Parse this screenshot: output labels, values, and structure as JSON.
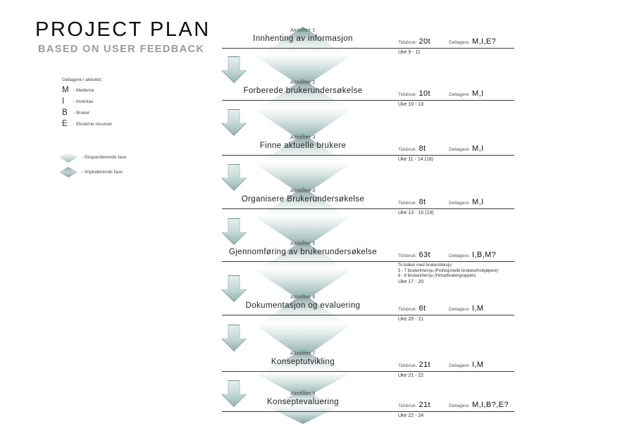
{
  "header": {
    "title": "PROJECT PLAN",
    "subtitle": "BASED ON USER FEEDBACK"
  },
  "legend": {
    "participants_title": "Deltagere i aktivitet:",
    "participants": [
      {
        "key": "M",
        "desc": "- Medema"
      },
      {
        "key": "I",
        "desc": "- Inventas"
      },
      {
        "key": "B",
        "desc": "- Bruker"
      },
      {
        "key": "E",
        "desc": "- Eksterne resurser"
      }
    ],
    "phases": [
      {
        "label": "- Ekspanderende fase"
      },
      {
        "label": "- Imploderende fase"
      }
    ]
  },
  "labels": {
    "tidsbruk": "Tidsbruk:",
    "deltagere": "Deltagere:"
  },
  "activities": [
    {
      "id": "Aktivitet 1",
      "title": "Innhenting av informasjon",
      "tidsbruk": "20t",
      "deltagere": "M,I,E?",
      "uke": "Uke 9 - 11"
    },
    {
      "id": "Aktivitet 2",
      "title": "Forberede brukerundersøkelse",
      "tidsbruk": "10t",
      "deltagere": "M,I",
      "uke": "Uke 10 - 13"
    },
    {
      "id": "Aktivitet 3",
      "title": "Finne aktuelle brukere",
      "tidsbruk": "8t",
      "deltagere": "M,I",
      "uke": "Uke 11 - 14 (18)"
    },
    {
      "id": "Aktivitet 4",
      "title": "Organisere Brukerundersøkelse",
      "tidsbruk": "8t",
      "deltagere": "M,I",
      "uke": "Uke 13 - 15 (19)"
    },
    {
      "id": "Aktivitet 5",
      "title": "Gjennomføring av brukerundersøkelse",
      "tidsbruk": "63t",
      "deltagere": "I,B,M?",
      "uke": "Uke 17 - 20",
      "note": "To bolker med brukerintervju:\n5 - 7 brukerintervju (Profesjonelle brukere/innkjøpere)\n6 - 8 brukerintervju (Hima/brukergruppen)"
    },
    {
      "id": "Aktivitet 6",
      "title": "Dokumentasjon og evaluering",
      "tidsbruk": "6t",
      "deltagere": "I,M",
      "uke": "Uke 20 - 21"
    },
    {
      "id": "Aktivitet 7",
      "title": "Konseptutvikling",
      "tidsbruk": "21t",
      "deltagere": "I,M",
      "uke": "Uke 21 - 22"
    },
    {
      "id": "Aktivitet 8",
      "title": "Konseptevaluering",
      "tidsbruk": "21t",
      "deltagere": "M,I,B?,E?",
      "uke": "Uke 22 - 24"
    }
  ],
  "colors": {
    "accent_teal": "#7f9b98",
    "accent_teal_light": "#c2d8d5",
    "line": "#3a3a3a",
    "subtitle_gray": "#9b9b9b"
  }
}
